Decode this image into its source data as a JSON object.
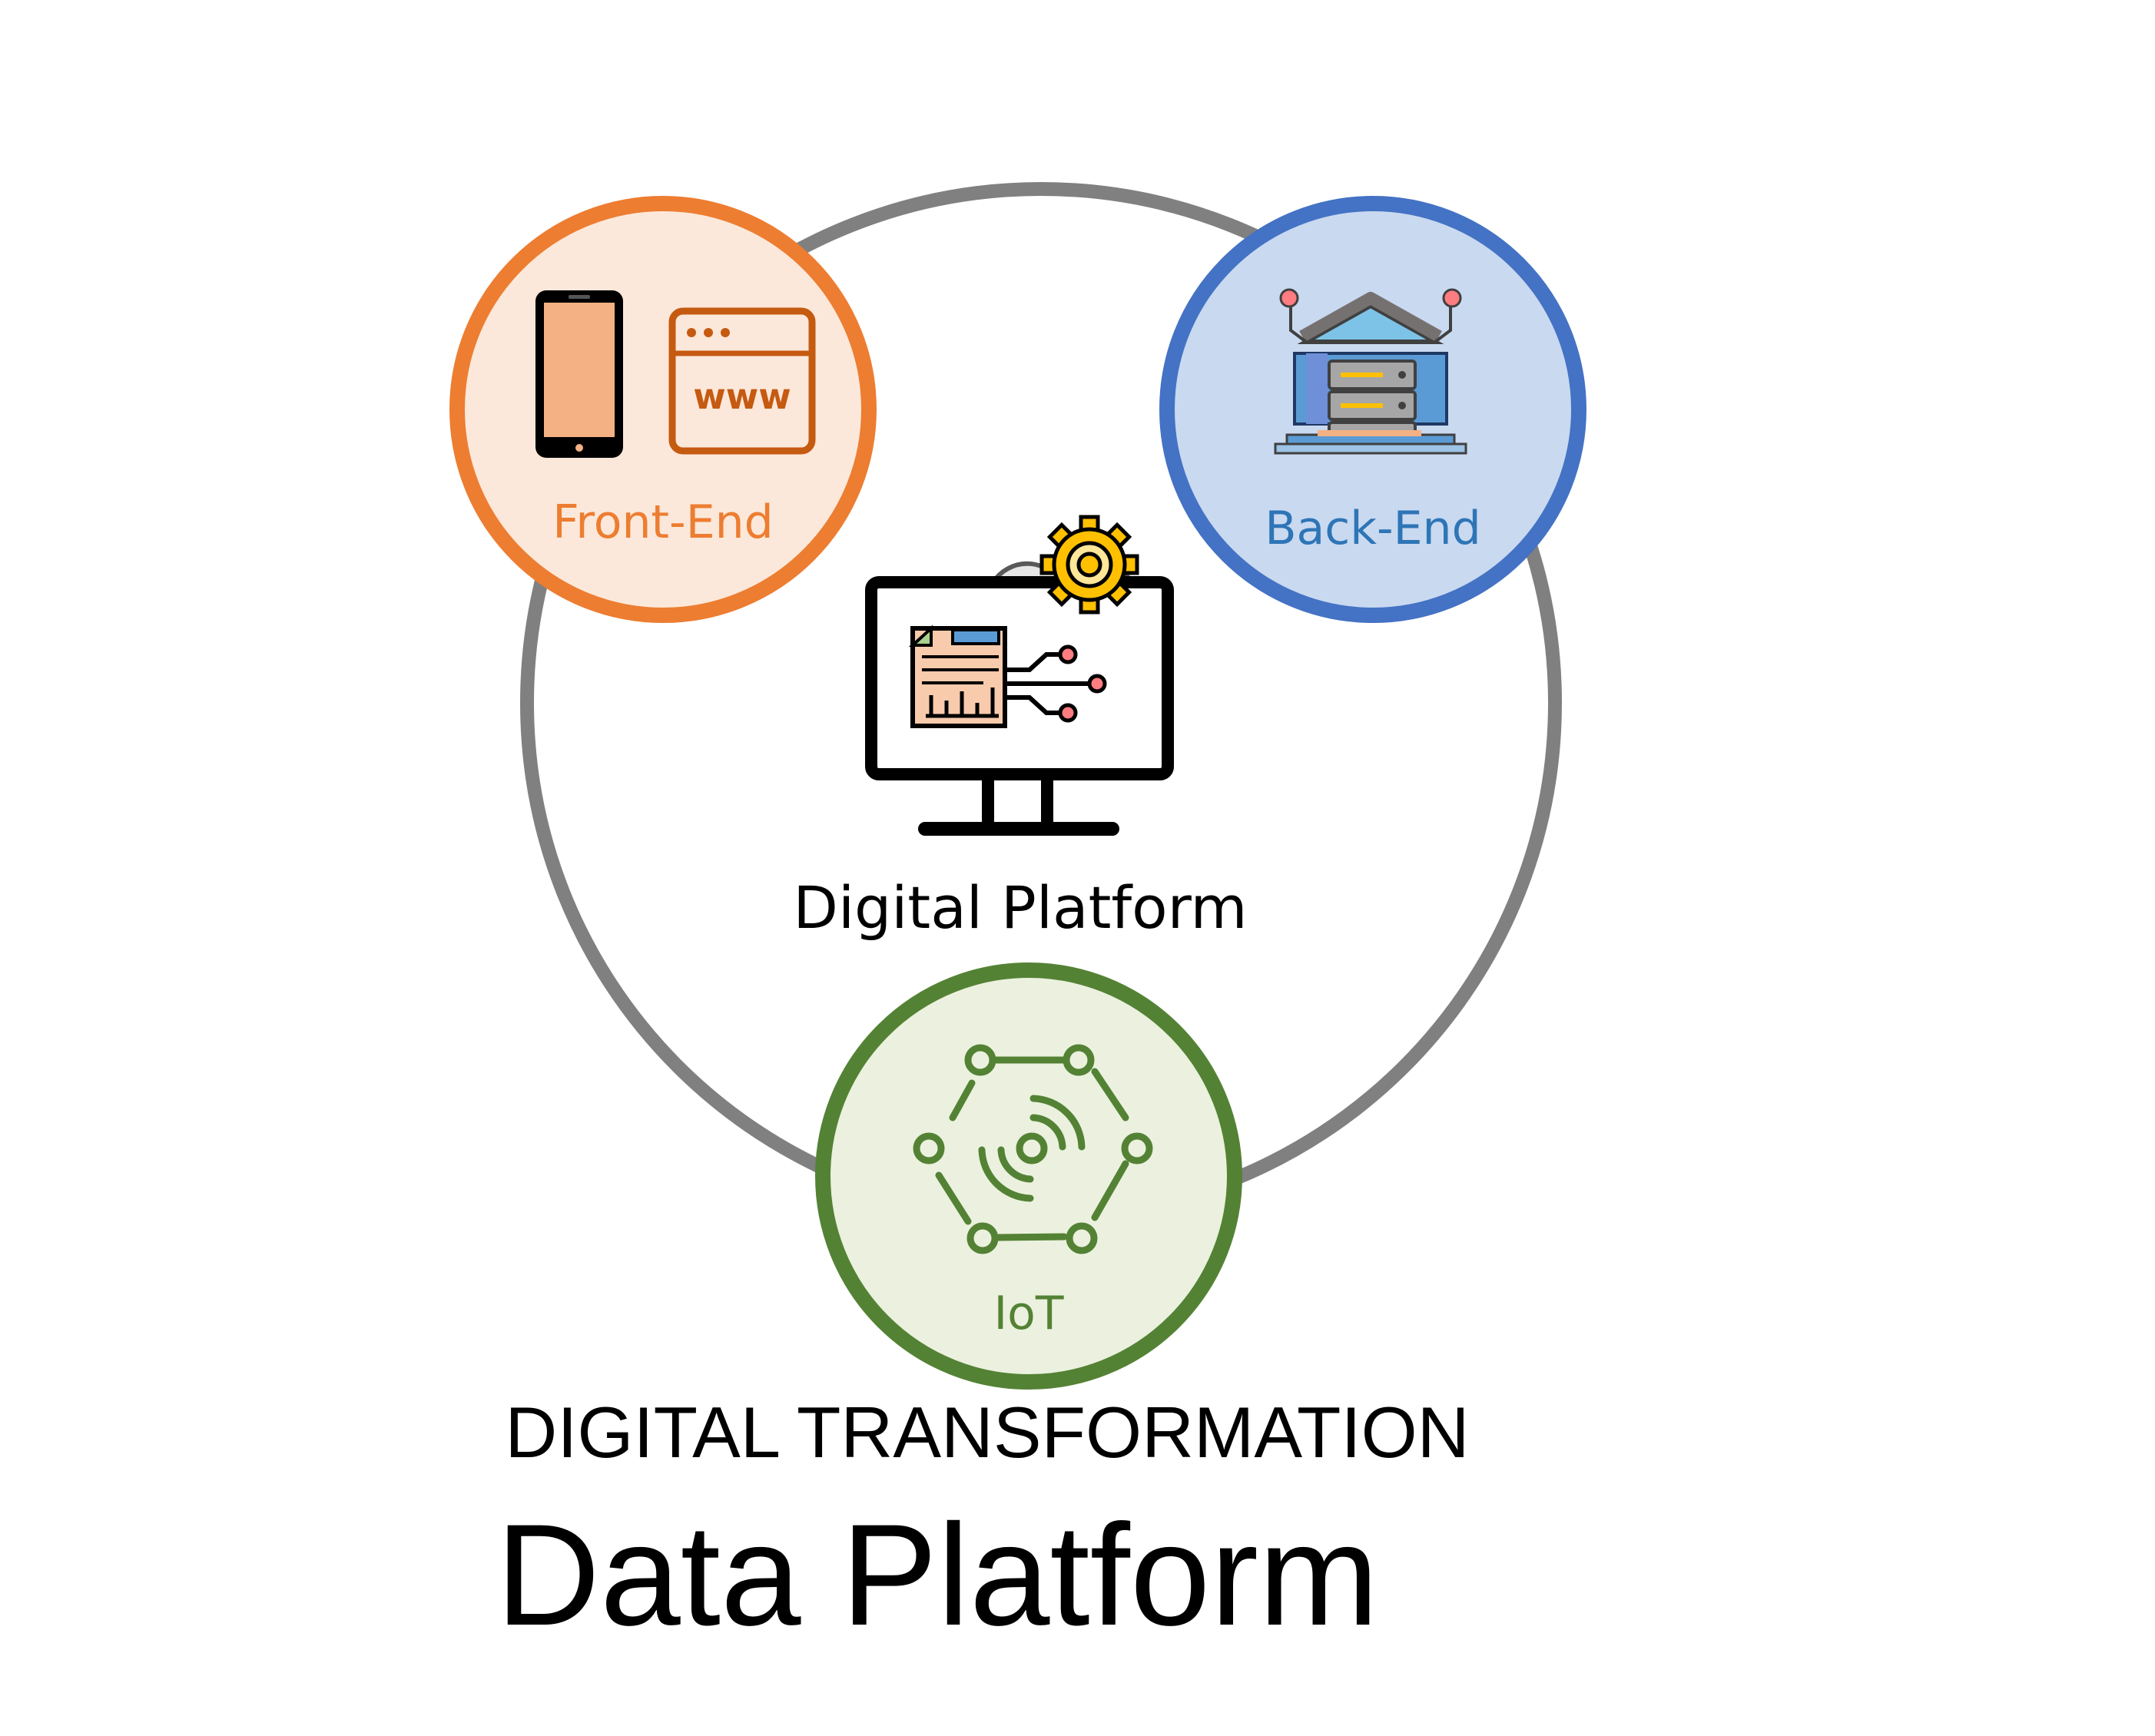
{
  "diagram": {
    "center_label": "Digital Platform",
    "subtitle": "DIGITAL TRANSFORMATION",
    "title": "Data Platform",
    "nodes": [
      {
        "id": "front-end",
        "label": "Front-End",
        "stroke": "#ED7D31",
        "fill": "#FCE8DA",
        "icons": [
          "smartphone-icon",
          "browser-window-icon"
        ],
        "browser_text": "www"
      },
      {
        "id": "back-end",
        "label": "Back-End",
        "stroke": "#4472C4",
        "fill": "#C9D9F0",
        "icons": [
          "server-building-icon"
        ]
      },
      {
        "id": "iot",
        "label": "IoT",
        "stroke": "#548235",
        "fill": "#EBF1DE",
        "icons": [
          "iot-network-icon"
        ]
      }
    ],
    "ring_color": "#808080",
    "center_icon": "monitor-cloud-gear-icon"
  }
}
